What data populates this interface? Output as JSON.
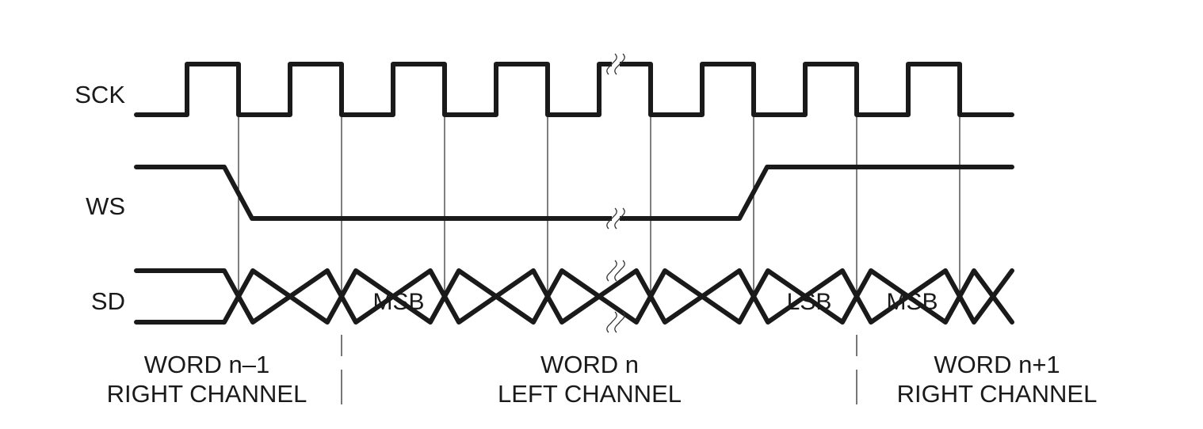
{
  "diagram": {
    "type": "timing-diagram",
    "signals": [
      {
        "name": "SCK",
        "kind": "clock",
        "cycles": 8,
        "continuity_break_after_cycle": 5
      },
      {
        "name": "WS",
        "kind": "level",
        "initial": "high",
        "transitions": [
          {
            "after_falling_edge": 1,
            "to": "low"
          },
          {
            "before_falling_edge": 6,
            "to": "high"
          }
        ]
      },
      {
        "name": "SD",
        "kind": "bus",
        "cells": [
          "",
          "",
          "MSB",
          "",
          "",
          "",
          "LSB",
          "MSB",
          ""
        ]
      }
    ],
    "words": [
      {
        "line1": "WORD n–1",
        "line2": "RIGHT CHANNEL"
      },
      {
        "line1": "WORD n",
        "line2": "LEFT CHANNEL"
      },
      {
        "line1": "WORD n+1",
        "line2": "RIGHT CHANNEL"
      }
    ],
    "colors": {
      "signal": "#1a1a1a",
      "guide": "#3a3a3a",
      "background": "#ffffff"
    }
  }
}
